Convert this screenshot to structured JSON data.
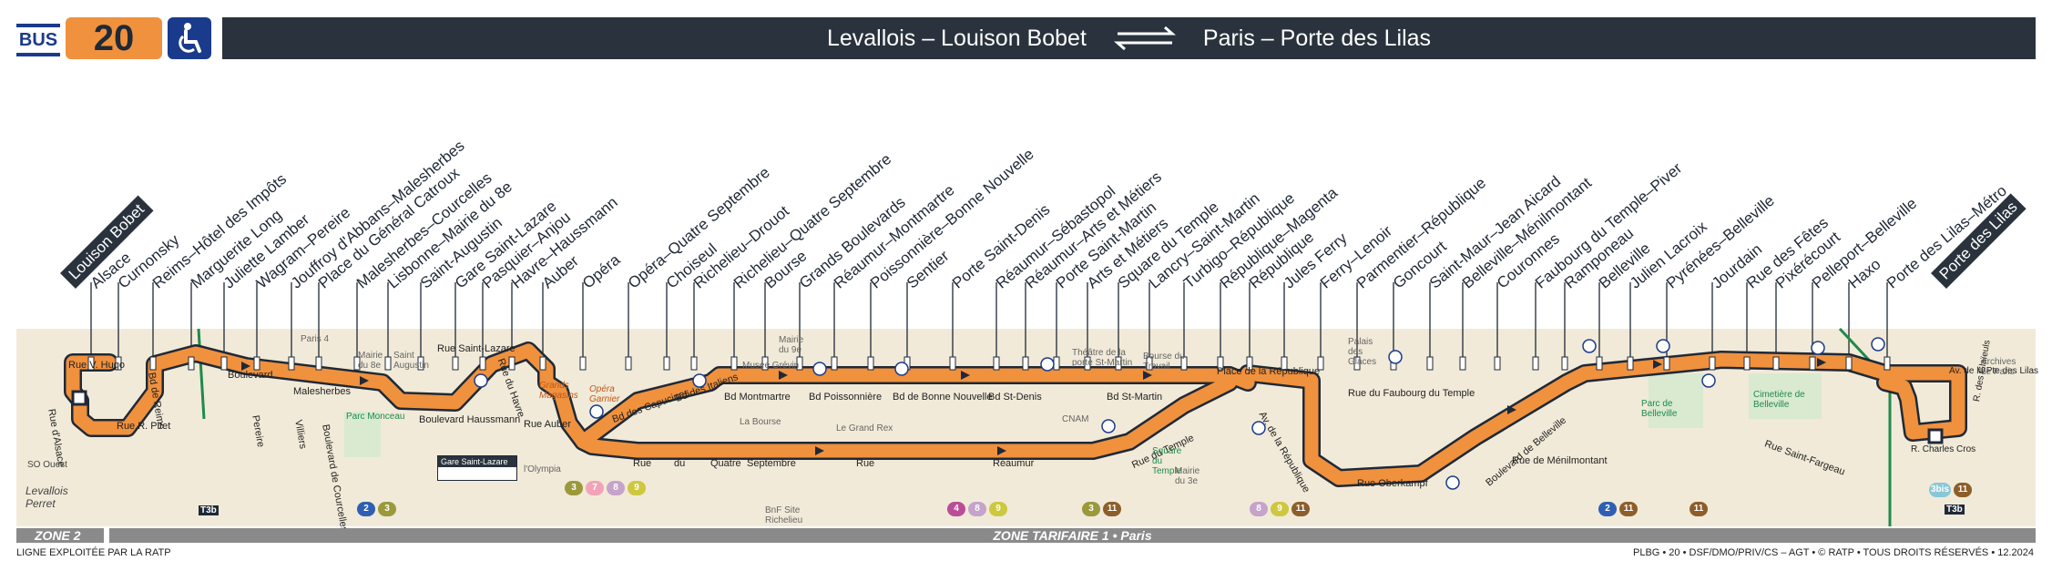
{
  "header": {
    "bus_label": "BUS",
    "line_number": "20",
    "origin": "Levallois – Louison Bobet",
    "destination": "Paris – Porte des Lilas"
  },
  "colors": {
    "line": "#f0913e",
    "header_bg": "#2a333d",
    "ratp_blue": "#1a3b8c",
    "map_bg": "#f1ead8",
    "zone_bar": "#8a8a8a"
  },
  "termini": {
    "start": "Louison Bobet",
    "end": "Porte des Lilas"
  },
  "stops": [
    "Alsace",
    "Curnonsky",
    "Reims–Hôtel des Impôts",
    "Marguerite Long",
    "Juliette Lamber",
    "Wagram–Pereire",
    "Jouffroy d'Abbans–Malesherbes",
    "Place du Général Catroux",
    "Malesherbes–Courcelles",
    "Lisbonne–Mairie du 8e",
    "Saint-Augustin",
    "Gare Saint-Lazare",
    "Pasquier–Anjou",
    "Havre–Haussmann",
    "Auber",
    "Opéra",
    "Opéra–Quatre Septembre",
    "Choiseul",
    "Richelieu–Drouot",
    "Richelieu–Quatre Septembre",
    "Bourse",
    "Grands Boulevards",
    "Réaumur–Montmartre",
    "Poissonnière–Bonne Nouvelle",
    "Sentier",
    "Porte Saint-Denis",
    "Réaumur–Sébastopol",
    "Réaumur–Arts et Métiers",
    "Porte Saint-Martin",
    "Arts et Métiers",
    "Square du Temple",
    "Lancry–Saint-Martin",
    "Turbigo–République",
    "République–Magenta",
    "République",
    "Jules Ferry",
    "Ferry–Lenoir",
    "Parmentier–République",
    "Goncourt",
    "Saint-Maur–Jean Aicard",
    "Belleville–Ménilmontant",
    "Couronnes",
    "Faubourg du Temple–Piver",
    "Ramponeau",
    "Belleville",
    "Julien Lacroix",
    "Pyrénées–Belleville",
    "Jourdain",
    "Rue des Fêtes",
    "Pixérécourt",
    "Pelleport–Belleville",
    "Haxo",
    "Porte des Lilas–Métro"
  ],
  "map_labels": {
    "rue_v_hugo": "Rue V. Hugo",
    "bd_reims": "Bd de Reims",
    "rue_alsace": "Rue d'Alsace",
    "rue_pitet": "Rue R. Pitet",
    "boulevard": "Boulevard",
    "malesherbes": "Malesherbes",
    "pereire": "Pereire",
    "villiers": "Villiers",
    "courcelles": "Boulevard de Courcelles",
    "haussmann": "Boulevard Haussmann",
    "parc_monceau": "Parc Monceau",
    "rue_st_lazare": "Rue Saint-Lazare",
    "rue_du_havre": "Rue du Havre",
    "rue_auber": "Rue Auber",
    "bd_capucines": "Bd des Capucines",
    "bd_italiens": "Bd des Italiens",
    "bd_montmartre": "Bd Montmartre",
    "bd_poissonniere": "Bd Poissonnière",
    "bd_bonne_nouvelle": "Bd de Bonne Nouvelle",
    "bd_st_denis": "Bd St-Denis",
    "bd_st_martin": "Bd St-Martin",
    "rue_4_sept_1": "Rue",
    "rue_4_sept_2": "du",
    "rue_4_sept_3": "Quatre",
    "rue_4_sept_4": "Septembre",
    "rue_reaumur_1": "Rue",
    "rue_reaumur_2": "Réaumur",
    "rue_du_temple": "Rue du Temple",
    "place_republique": "Place de la République",
    "av_republique": "Av. de la République",
    "rue_fbg_temple": "Rue du Faubourg du Temple",
    "rue_oberkampf": "Rue Oberkampf",
    "bd_belleville": "Boulevard de Belleville",
    "rue_menilmontant": "Rue de Ménilmontant",
    "rue_st_fargeau": "Rue Saint-Fargeau",
    "av_pte": "Av. de la Pte des Lilas",
    "r_charles_cros": "R. Charles Cros",
    "r_glaieuls": "R. des Glaïeuls",
    "levallois_perret": "Levallois Perret",
    "so_ouest": "SO Ouest",
    "gare_st_lazare_box": "Gare Saint-Lazare",
    "grands_magasins": "Grands Magasins",
    "opera_garnier": "Opéra Garnier",
    "musee_grevin": "Musée Grévin",
    "la_bourse": "La Bourse",
    "le_grand_rex": "Le Grand Rex",
    "bnf": "BnF Site Richelieu",
    "cnam": "CNAM",
    "theatre": "Théâtre de la porte St-Martin",
    "bourse_travail": "Bourse du Travail",
    "square_temple": "Square du Temple",
    "mairie_3e": "Mairie du 3e",
    "palais_glaces": "Palais des Glaces",
    "parc_belleville": "Parc de Belleville",
    "cimetiere_belleville": "Cimetière de Belleville",
    "archives": "Archives de Paris",
    "mairie_8e": "Mairie du 8e",
    "mairie_9e": "Mairie du 9e",
    "paris4": "Paris 4",
    "olympia": "l'Olympia",
    "saint_augustin": "Saint Augustin"
  },
  "connections": {
    "st_lazare_metro": [
      "3",
      "7",
      "8",
      "9"
    ],
    "bonne_nouvelle_metro": [
      "4",
      "8",
      "9"
    ],
    "republique_metro": [
      "3",
      "11"
    ],
    "republique_metro2": [
      "8",
      "9",
      "11"
    ],
    "courcelles_metro": [
      "2",
      "3"
    ],
    "belleville_metro": [
      "2",
      "11"
    ],
    "jourdain_metro": [
      "11"
    ],
    "porte_lilas_metro": [
      "3bis",
      "11"
    ],
    "tram": "T3b"
  },
  "zones": {
    "zone2": "ZONE 2",
    "zone1": "ZONE TARIFAIRE 1 • Paris"
  },
  "footer": {
    "left": "LIGNE EXPLOITÉE PAR LA RATP",
    "right": "PLBG • 20 • DSF/DMO/PRIV/CS – AGT • © RATP • TOUS DROITS RÉSERVÉS • 12.2024"
  }
}
